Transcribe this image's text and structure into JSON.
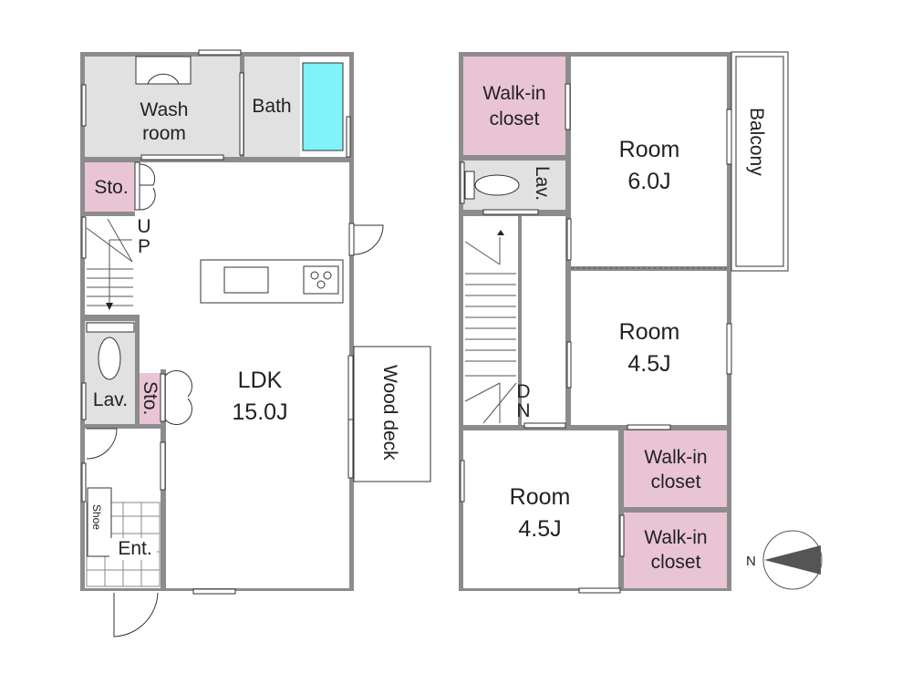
{
  "colors": {
    "wall": "#8c8c8c",
    "wet": "#e1e1e1",
    "closet": "#e9c4d4",
    "tub": "#80f2f8",
    "floor": "#ffffff"
  },
  "floor1": {
    "wash_room": [
      "Wash",
      "room"
    ],
    "bath": "Bath",
    "storage_top": "Sto.",
    "stairs_up": [
      "U",
      "P"
    ],
    "lavatory": "Lav.",
    "storage_side": "Sto.",
    "ldk": [
      "LDK",
      "15.0J"
    ],
    "wood_deck": "Wood deck",
    "shoe": "Shoe",
    "entrance": "Ent."
  },
  "floor2": {
    "walkin_top": [
      "Walk-in",
      "closet"
    ],
    "room_large": [
      "Room",
      "6.0J"
    ],
    "balcony": "Balcony",
    "lavatory": "Lav.",
    "room_mid": [
      "Room",
      "4.5J"
    ],
    "stairs_down": [
      "D",
      "N"
    ],
    "room_low": [
      "Room",
      "4.5J"
    ],
    "walkin_a": [
      "Walk-in",
      "closet"
    ],
    "walkin_b": [
      "Walk-in",
      "closet"
    ]
  },
  "compass": {
    "label": "N"
  }
}
